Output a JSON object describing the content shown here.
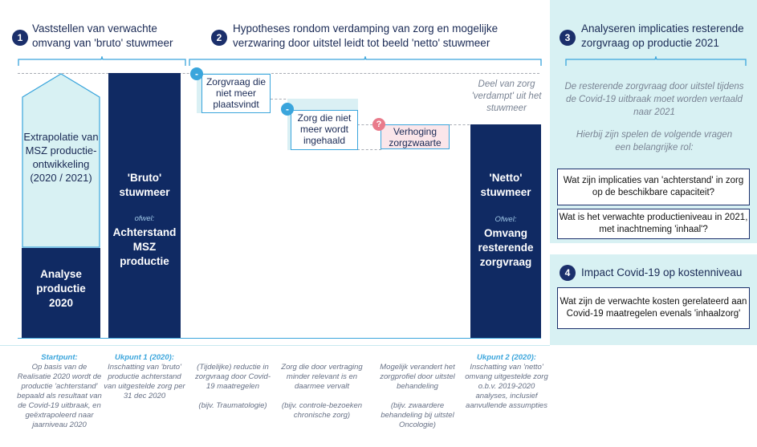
{
  "headers": [
    {
      "num": "1",
      "text": "Vaststellen van verwachte omvang van 'bruto' stuwmeer"
    },
    {
      "num": "2",
      "text": "Hypotheses rondom verdamping van zorg en mogelijke verzwaring door uitstel leidt tot beeld 'netto' stuwmeer"
    },
    {
      "num": "3",
      "text": "Analyseren implicaties resterende zorgvraag op productie 2021"
    }
  ],
  "bars": {
    "extrapolatie": "Extrapolatie van MSZ productie-ontwikkeling (2020 / 2021)",
    "analyse": "Analyse productie 2020",
    "bruto_title": "'Bruto' stuwmeer",
    "bruto_ofwel": "ofwel:",
    "bruto_sub": "Achterstand MSZ productie",
    "netto_title": "'Netto' stuwmeer",
    "netto_ofwel": "Ofwel:",
    "netto_sub": "Omvang resterende zorgvraag"
  },
  "steps": {
    "minus_symbol": "-",
    "question_symbol": "?",
    "zorgvraag": "Zorgvraag die niet meer plaatsvindt",
    "ingehaald": "Zorg die niet meer wordt ingehaald",
    "verhoging": "Verhoging zorgzwaarte",
    "verdampt": "Deel van zorg 'verdampt' uit het stuwmeer"
  },
  "panel": {
    "intro": "De resterende zorgvraag door uitstel tijdens de Covid-19 uitbraak moet worden vertaald naar 2021",
    "hierbij": "Hierbij zijn spelen de volgende vragen een belangrijke rol:",
    "q1": "Wat zijn implicaties van 'achterstand' in zorg op de beschikbare capaciteit?",
    "q2": "Wat is het verwachte productieniveau in 2021, met inachtneming 'inhaal'?",
    "h4_num": "4",
    "h4": "Impact Covid-19 op kostenniveau",
    "q3": "Wat zijn de verwachte kosten gerelateerd aan Covid-19 maatregelen evenals 'inhaalzorg'"
  },
  "bottom": {
    "startpunt_title": "Startpunt:",
    "startpunt": "Op basis van de Realisatie 2020 wordt de productie 'achterstand' bepaald als resultaat van de Covid-19 uitbraak, en geëxtrapoleerd naar jaarniveau 2020",
    "ukpunt1_title": "Ukpunt 1 (2020):",
    "ukpunt1": "Inschatting van 'bruto' productie achterstand van uitgestelde zorg per 31 dec 2020",
    "reductie": "(Tijdelijke) reductie in zorgvraag door Covid-19 maatregelen",
    "reductie_ex": "(bijv. Traumatologie)",
    "vertraging": "Zorg die door vertraging minder relevant is en daarmee vervalt",
    "vertraging_ex": "(bijv. controle-bezoeken chronische zorg)",
    "zorgprofiel": "Mogelijk verandert het zorgprofiel door uitstel behandeling",
    "zorgprofiel_ex": "(bijv. zwaardere behandeling bij uitstel Oncologie)",
    "ukpunt2_title": "Ukpunt 2 (2020):",
    "ukpunt2": "Inschatting van 'netto' omvang uitgestelde zorg o.b.v. 2019-2020 analyses, inclusief aanvullende assumpties"
  },
  "colors": {
    "dark_navy": "#102a63",
    "light_cyan": "#d8f1f3",
    "accent_blue": "#3aa5dc",
    "pink": "#e97b8b"
  }
}
